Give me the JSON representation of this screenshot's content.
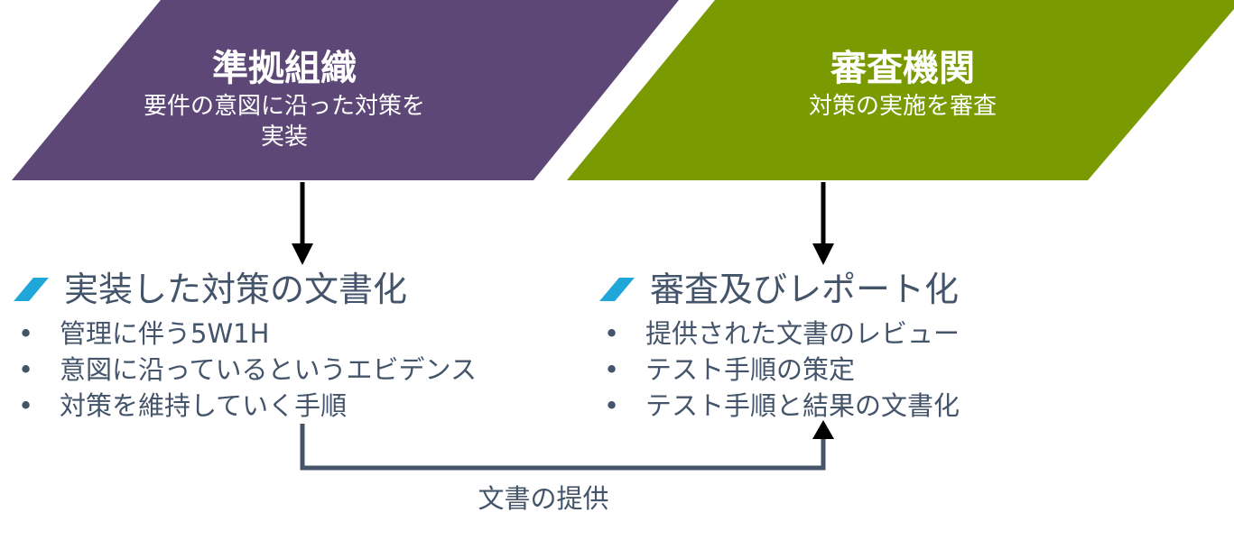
{
  "left_box": {
    "title": "準拠組織",
    "subtitle": "要件の意図に沿った対策を実装",
    "color": "#5d4776"
  },
  "right_box": {
    "title": "審査機関",
    "subtitle": "対策の実施を審査",
    "color": "#7a9a01"
  },
  "left_section": {
    "heading": "実装した対策の文書化",
    "bullets": [
      "管理に伴う5W1H",
      "意図に沿っているというエビデンス",
      "対策を維持していく手順"
    ]
  },
  "right_section": {
    "heading": "審査及びレポート化",
    "bullets": [
      "提供された文書のレビュー",
      "テスト手順の策定",
      "テスト手順と結果の文書化"
    ]
  },
  "connector": {
    "label": "文書の提供",
    "color": "#44546a"
  },
  "colors": {
    "text": "#44546a",
    "accent": "#1fa7d9",
    "arrow": "#000000"
  },
  "bullet_symbol": "•"
}
